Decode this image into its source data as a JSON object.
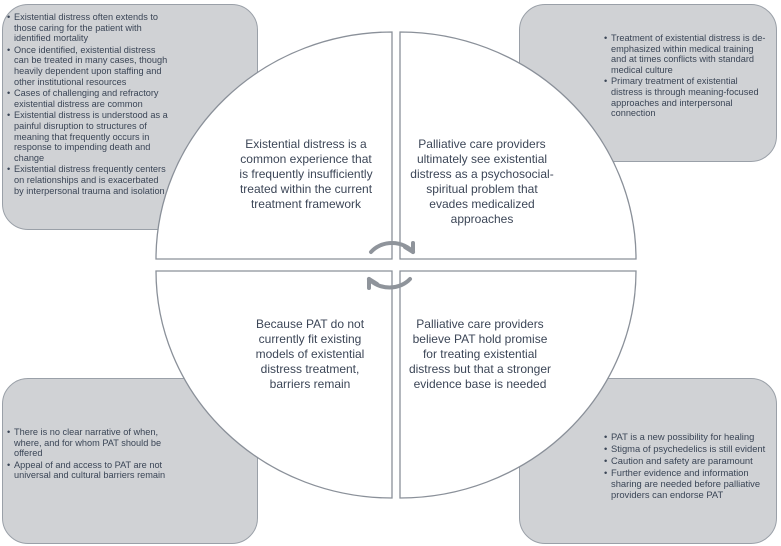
{
  "quadrants": {
    "top_left": "Existential distress is a common experience that is frequently insufficiently treated within the current treatment framework",
    "top_right": "Palliative care providers ultimately see existential distress as a psychosocial-spiritual problem that evades medicalized approaches",
    "bottom_left": "Because PAT do not currently fit existing models of existential distress treatment, barriers remain",
    "bottom_right": "Palliative care providers believe PAT hold promise for treating existential distress but that a stronger evidence base is needed"
  },
  "boxes": {
    "top_left": [
      "Existential distress often extends to those caring for the patient with identified mortality",
      "Once identified, existential distress can be treated in many cases, though heavily dependent upon staffing and other institutional resources",
      "Cases of challenging and refractory existential distress are common",
      "Existential distress is understood as a painful disruption to structures of meaning that frequently occurs in response to impending death and change",
      "Existential distress frequently centers on relationships and is exacerbated by interpersonal trauma and isolation"
    ],
    "top_right": [
      "Treatment of existential distress is de-emphasized within medical training and at times conflicts with standard medical culture",
      "Primary treatment of existential distress is through meaning-focused approaches and interpersonal connection"
    ],
    "bottom_left": [
      "There is no clear narrative of when, where, and for whom PAT should be offered",
      "Appeal of and access to PAT are not universal and cultural barriers remain"
    ],
    "bottom_right": [
      "PAT is a new possibility for healing",
      "Stigma of psychedelics is still evident",
      "Caution and safety are paramount",
      "Further evidence and information sharing are needed before palliative providers can endorse PAT"
    ]
  },
  "colors": {
    "box_fill": "#d0d2d5",
    "box_border": "#9aa0a8",
    "circle_fill": "#ffffff",
    "circle_border": "#8a9099",
    "arrow": "#8f949b",
    "text": "#3c4657"
  },
  "icons": [
    "cycle-arrow-icon"
  ]
}
